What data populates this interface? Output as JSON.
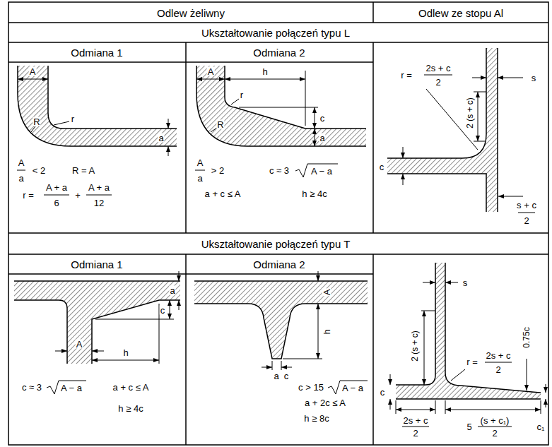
{
  "diagram": {
    "labels": [
      "Odlew żeliwny",
      "Odlew ze stopu Al",
      "Ukształtowanie połączeń typu L",
      "Odmiana 1",
      "Odmiana 2",
      "A",
      "R",
      "r",
      "a",
      "A",
      "a",
      "< 2",
      "R = A",
      "r =",
      "A + a",
      "6",
      "+",
      "A + a",
      "12",
      "A",
      "h",
      "r",
      "R",
      "c",
      "a",
      "A",
      "a",
      "> 2",
      "c ≈ 3",
      "A − a",
      "a + c ≤ A",
      "h ≥ 4c",
      "s",
      "r =",
      "2s + c",
      "2",
      "2 (s + c)",
      "c",
      "s + c",
      "2",
      "Ukształtowanie połączeń typu T",
      "Odmiana 1",
      "Odmiana 2",
      "c",
      "a",
      "A",
      "h",
      "c ≈ 3",
      "A − a",
      "a + c ≤ A",
      "h ≥ 4c",
      "A",
      "h",
      "a",
      "c",
      "c > 15",
      "A − a",
      "a + 2c ≤ A",
      "h ≥ 8c",
      "s",
      "2 (s + c)",
      "c",
      "r =",
      "2s + c",
      "2",
      "0.75c",
      "2s + c",
      "2",
      "5",
      "(s + c₁)",
      "2",
      "c₁"
    ]
  }
}
